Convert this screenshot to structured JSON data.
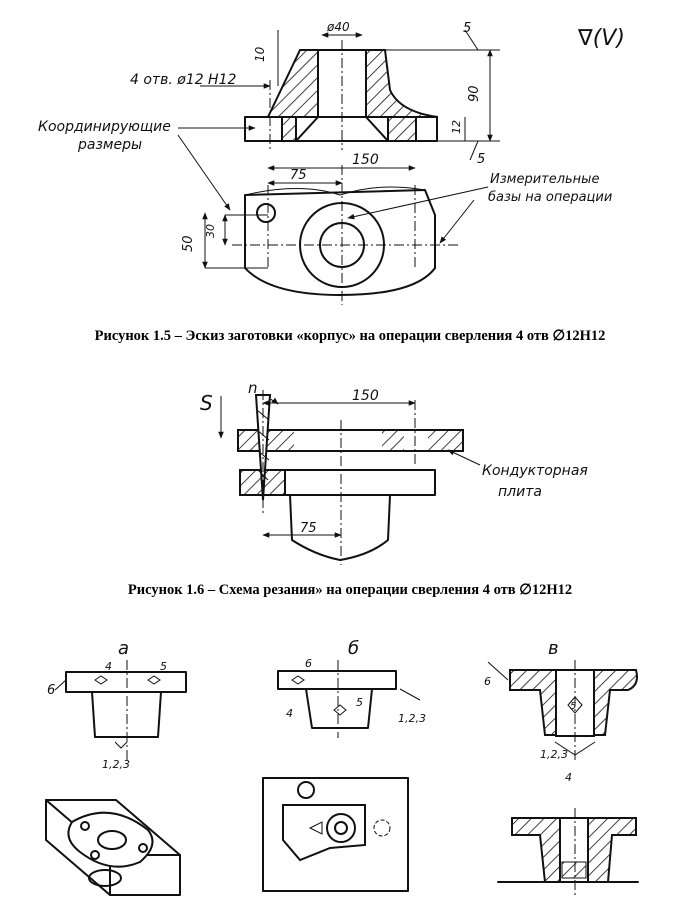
{
  "fig15": {
    "dia40": "ø40",
    "dim10": "10",
    "holes_callout": "4 отв. ø12 H12",
    "dim90": "90",
    "dim12": "12",
    "base5": "5",
    "rough": "∇(V)",
    "coord_label_1": "Координирующие",
    "coord_label_2": "размеры",
    "dim150": "150",
    "dim75": "75",
    "dim50": "50",
    "dim30": "30",
    "meas_label_1": "Измерительные",
    "meas_label_2": "базы на операции",
    "caption": "Рисунок 1.5 – Эскиз заготовки «корпус» на операции сверления  4 отв ∅12Н12"
  },
  "fig16": {
    "feed": "S",
    "rpm": "n",
    "dim150": "150",
    "dim75": "75",
    "plate_label_1": "Кондукторная",
    "plate_label_2": "плита",
    "caption": "Рисунок 1.6 – Схема резания» на операции сверления  4 отв ∅12Н12"
  },
  "fig_setup": {
    "a": {
      "title": "а",
      "n6": "6",
      "n4": "4",
      "n5": "5",
      "n123": "1,2,3"
    },
    "b": {
      "title": "б",
      "n6": "6",
      "n4": "4",
      "n5": "5",
      "n123": "1,2,3"
    },
    "v": {
      "title": "в",
      "n6": "6",
      "n5": "5",
      "n123": "1,2,3",
      "n4": "4"
    }
  }
}
